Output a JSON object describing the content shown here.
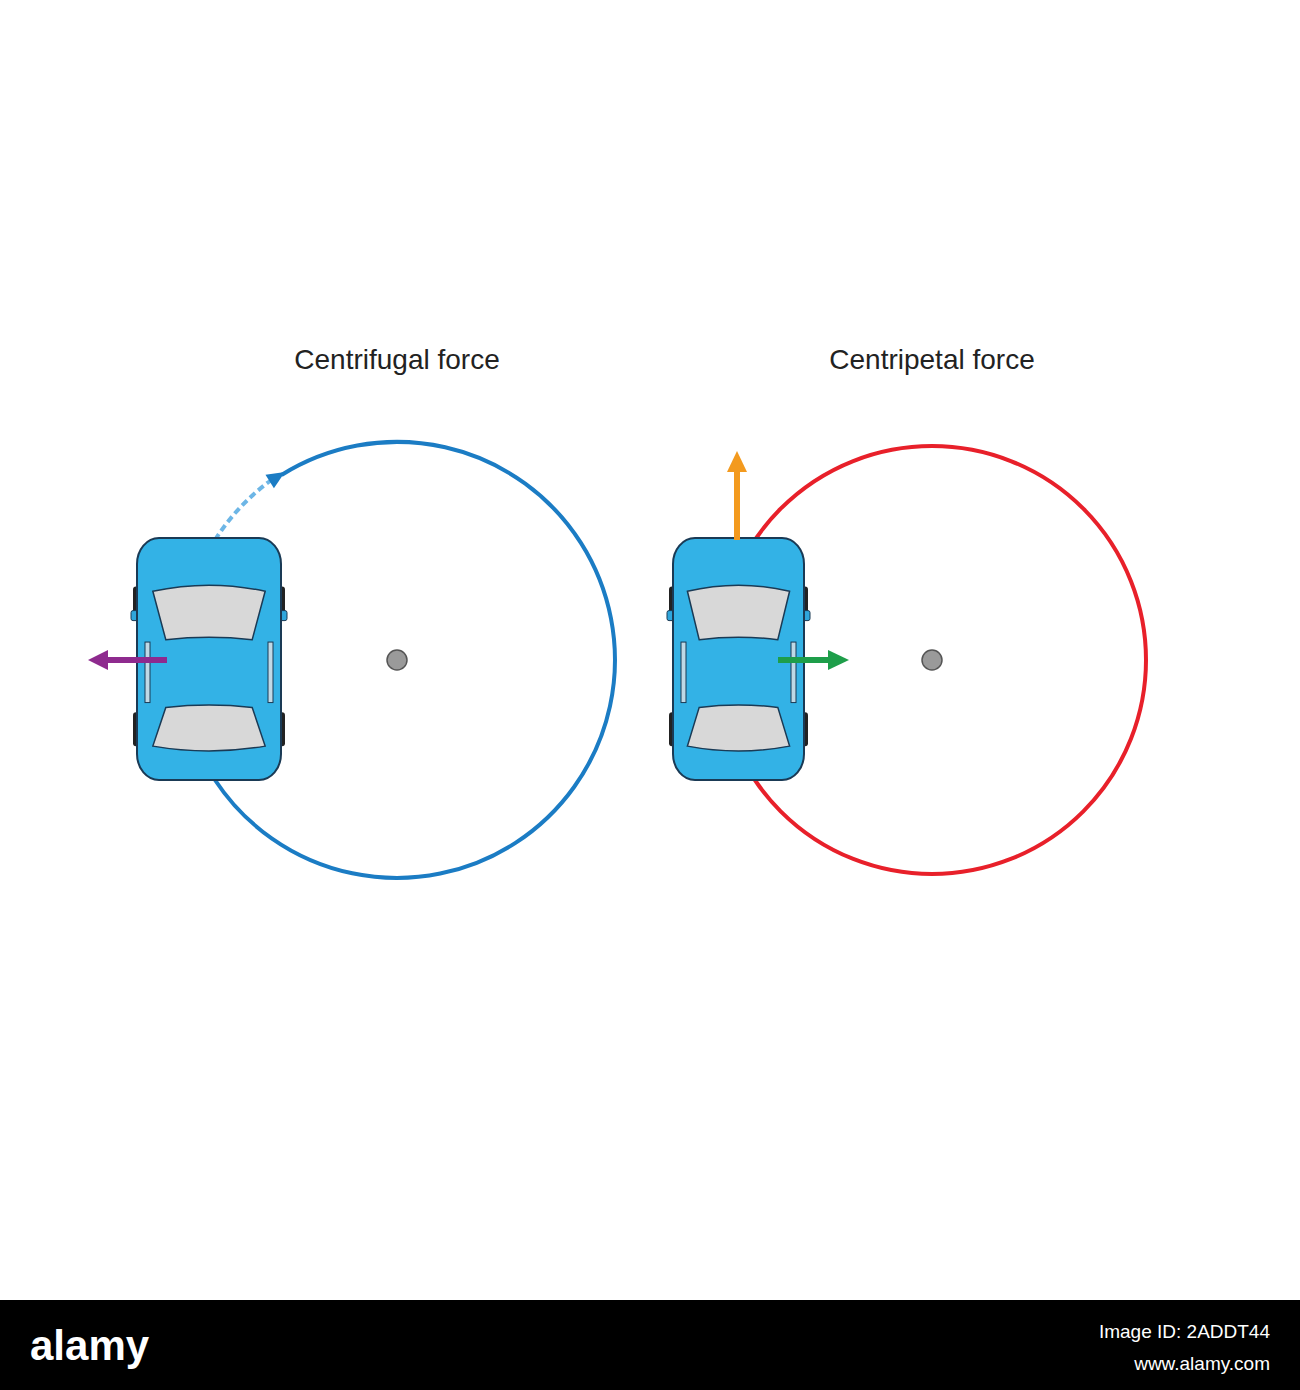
{
  "diagram": {
    "labels": [
      "Centrifugal force",
      "Centripetal force",
      "alamy",
      "Image ID: 2ADDT44",
      "www.alamy.com"
    ]
  }
}
